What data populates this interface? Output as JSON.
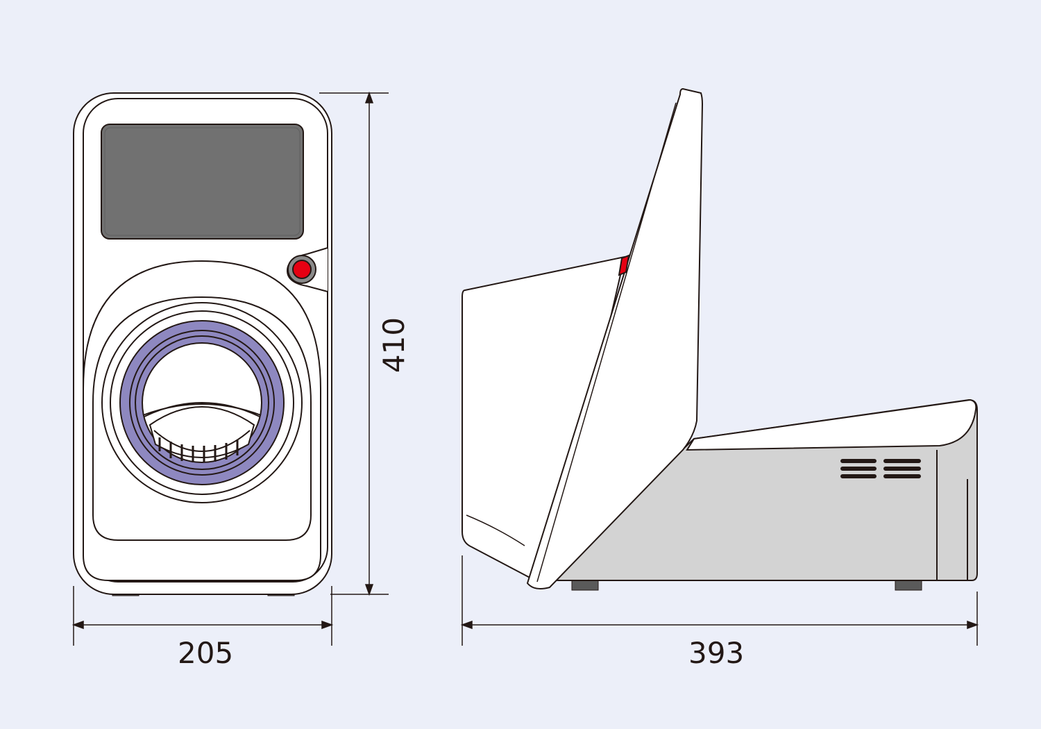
{
  "dimensions": {
    "width": "205",
    "height": "410",
    "depth": "393"
  },
  "colors": {
    "background": "#ECEFF9",
    "outline": "#231815",
    "body": "#FFFFFF",
    "screen": "#717171",
    "ring": "#8E88C0",
    "button": "#E60012",
    "side_panel": "#D3D3D3",
    "feet": "#5A5A5A"
  }
}
